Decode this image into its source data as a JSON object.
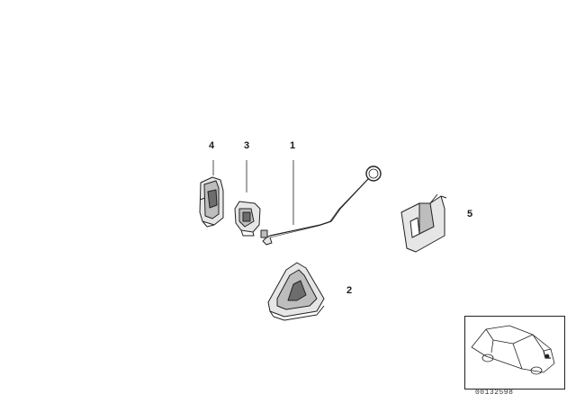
{
  "callouts": {
    "part_1": "1",
    "part_2": "2",
    "part_3": "3",
    "part_4": "4",
    "part_5": "5"
  },
  "inset": {
    "reference_code": "00132598"
  },
  "colors": {
    "line": "#222222",
    "fill_light": "#e6e6e6",
    "fill_mid": "#bdbdbd",
    "fill_dark": "#6d6d6d",
    "background": "#ffffff"
  }
}
